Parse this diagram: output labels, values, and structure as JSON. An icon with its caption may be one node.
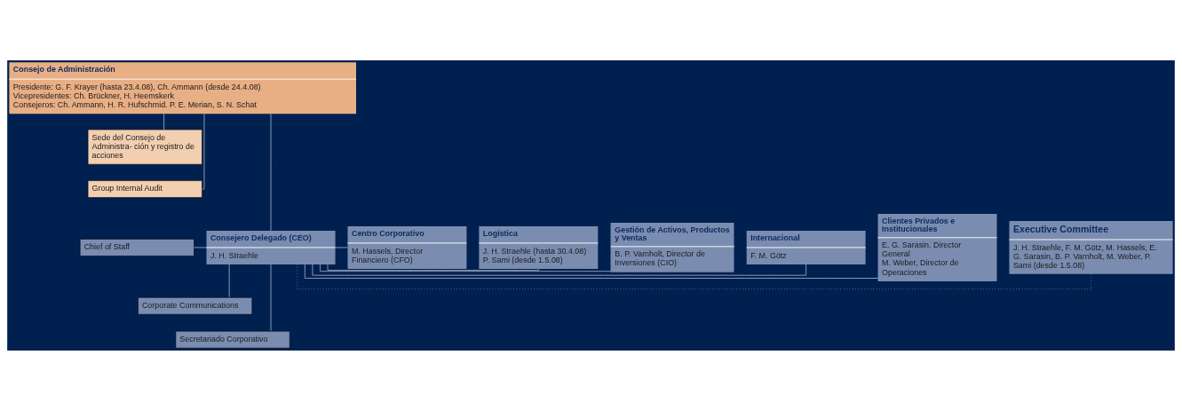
{
  "diagram": {
    "nodes": [
      {
        "text": [
          "Consejo de Administración",
          "Presidente: G. F. Krayer (hasta 23.4.08), Ch. Ammann (desde 24.4.08)",
          "Vicepresidentes: Ch. Brückner, H. Heemskerk",
          "Consejeros: Ch. Ammann, H. R. Hufschmid. P. E. Merian, S. N. Schat"
        ]
      },
      {
        "text": [
          "Sede del Consejo de Administra- ción y registro de acciones"
        ]
      },
      {
        "text": [
          "Group Internal Audit"
        ]
      },
      {
        "text": [
          "Chief of Staff"
        ]
      },
      {
        "text": [
          "Corporate Communications"
        ]
      },
      {
        "text": [
          "Secretariado Corporativo"
        ]
      },
      {
        "text": [
          "Consejero Delegado (CEO)",
          "J. H. Straehle"
        ]
      },
      {
        "text": [
          "Executive Committee",
          "J. H. Straehle, F. M. Götz, M. Hassels, E. G. Sarasin, B. P. Varnholt, M. Weber, P. Sami (desde 1.5.08)"
        ]
      },
      {
        "text": [
          "Clientes Privados e Institucionales",
          "E. G. Sarasin. Director General",
          "M. Weber, Director de Operaciones"
        ]
      },
      {
        "text": [
          "Internacional",
          "F. M. Götz"
        ]
      },
      {
        "text": [
          "Gestión de Activos, Productos y Ventas",
          "B. P. Varnholt, Director de Inversiones (CIO)"
        ]
      },
      {
        "text": [
          "Logística",
          "J. H. Straehle (hasta 30.4.08)",
          "P. Sami (desde 1.5.08)"
        ]
      },
      {
        "text": [
          "Centro Corporativo",
          "M. Hassels, Director Financiero (CFO)"
        ]
      }
    ],
    "edges": [
      {
        "from": 0,
        "to": 1,
        "arrow": "none"
      },
      {
        "from": 0,
        "to": 2,
        "arrow": "none"
      },
      {
        "from": 0,
        "to": 6,
        "arrow": "none"
      },
      {
        "from": 6,
        "to": 3,
        "arrow": "none"
      },
      {
        "from": 6,
        "to": 4,
        "arrow": "none"
      },
      {
        "from": 6,
        "to": 5,
        "arrow": "none"
      },
      {
        "from": 6,
        "to": 7,
        "arrow": "none",
        "style": "dashed"
      },
      {
        "from": 6,
        "to": 8,
        "arrow": "none"
      },
      {
        "from": 6,
        "to": 9,
        "arrow": "none"
      },
      {
        "from": 6,
        "to": 10,
        "arrow": "none"
      },
      {
        "from": 6,
        "to": 11,
        "arrow": "none"
      },
      {
        "from": 6,
        "to": 12,
        "arrow": "none"
      }
    ]
  }
}
